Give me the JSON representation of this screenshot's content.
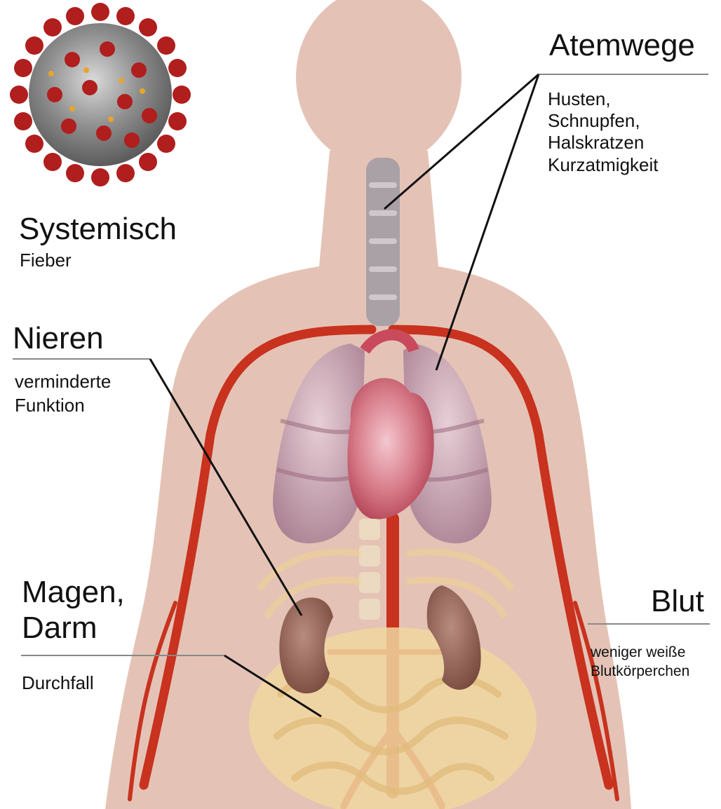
{
  "labels": {
    "atemwege": {
      "title": "Atemwege",
      "symptoms": "Husten,\nSchnupfen,\nHalskratzen\nKurzatmigkeit"
    },
    "systemisch": {
      "title": "Systemisch",
      "symptoms": "Fieber"
    },
    "nieren": {
      "title": "Nieren",
      "symptoms": "verminderte\nFunktion"
    },
    "magen_darm": {
      "title": "Magen,\nDarm",
      "symptoms": "Durchfall"
    },
    "blut": {
      "title": "Blut",
      "symptoms": "weniger weiße\nBlutkörperchen"
    }
  },
  "icons": [
    "coronavirus-icon",
    "human-body-illustration"
  ],
  "colors": {
    "body": "#e4c3b6",
    "artery": "#c8321e",
    "lung": "#b98fa0",
    "heart": "#d05a6a",
    "kidney": "#8a5a4e",
    "intestine": "#f0d7a0",
    "virus_core": "#7a7a7a",
    "virus_spike": "#b01e1e",
    "leader_line": "#111111"
  }
}
